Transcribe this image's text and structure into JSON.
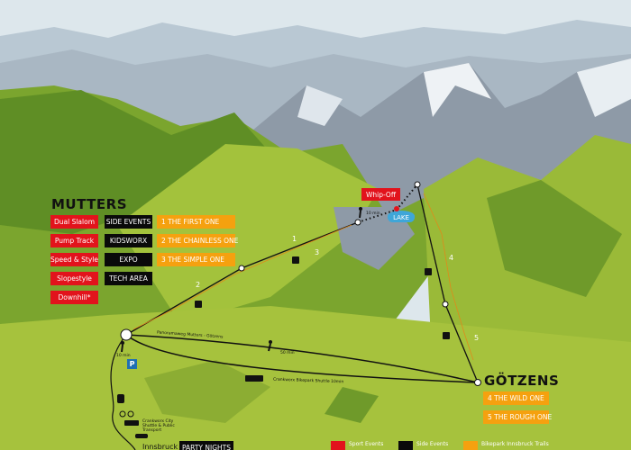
{
  "mutters": {
    "title": "MUTTERS",
    "sport_events": [
      "Dual Slalom",
      "Pump Track",
      "Speed & Style",
      "Slopestyle",
      "Downhill*"
    ],
    "side_events": [
      "SIDE EVENTS",
      "KIDSWORX",
      "EXPO",
      "TECH AREA"
    ],
    "trails": [
      "1  THE FIRST ONE",
      "2  THE CHAINLESS ONE",
      "3  THE SIMPLE ONE"
    ]
  },
  "goetzens": {
    "title": "GÖTZENS",
    "trails": [
      "4  THE WILD ONE",
      "5  THE ROUGH ONE"
    ]
  },
  "whip_off": "Whip-Off",
  "lake": "LAKE",
  "trail_numbers": [
    "1",
    "2",
    "3",
    "4",
    "5"
  ],
  "hike_top_time": "10 min",
  "hike_mutters_time": "10 min",
  "panorama_path": "Panoramaweg Mutters - Götzens",
  "hike_panorama_time": "50 min",
  "bikepark_shuttle": "Crankworx Bikepark Shuttle 10min",
  "city_shuttle": "Crankworx City Shuttle & Public Transport",
  "innsbruck": "Innsbruck",
  "party_nights": "PARTY NIGHTS",
  "parking": "P",
  "legend": [
    {
      "label": "Sport Events",
      "color": "#e2131c"
    },
    {
      "label": "Side Events",
      "color": "#0a0a0a"
    },
    {
      "label": "Bikepark Innsbruck Trails",
      "color": "#f5a10f"
    }
  ],
  "colors": {
    "sky": "#d9e4ea",
    "grass": "#a8c43c",
    "dark_grass": "#6f9a2a",
    "rock": "#8e9aa7",
    "lake": "#3fa6d8"
  }
}
